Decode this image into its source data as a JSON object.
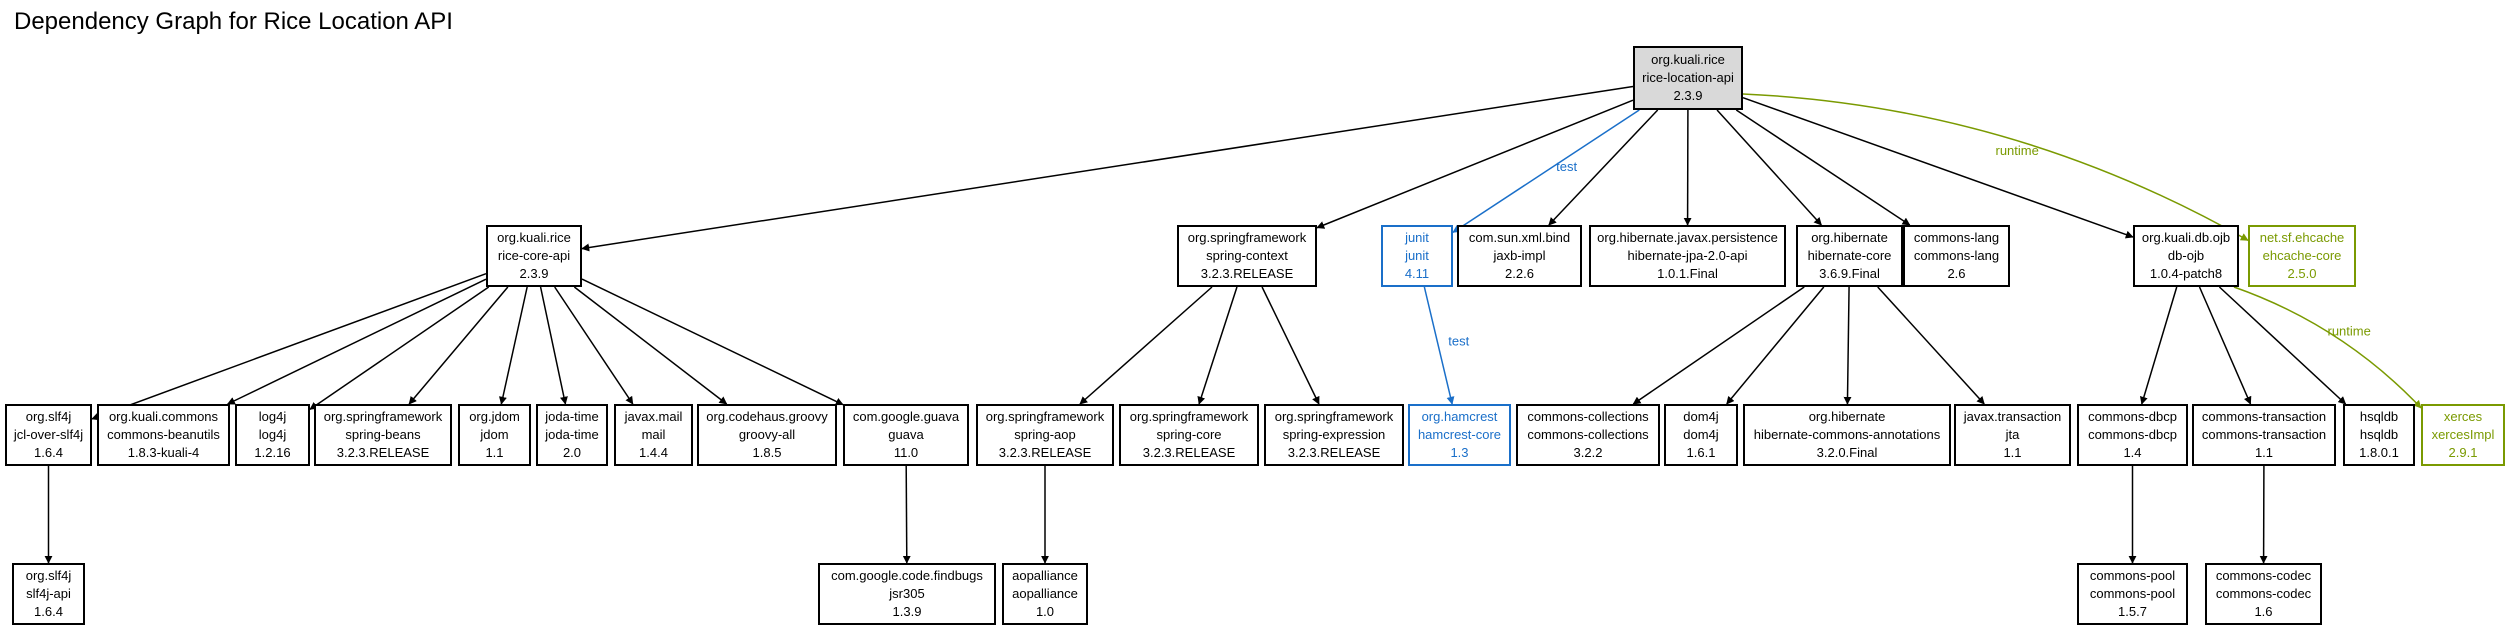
{
  "title": "Dependency Graph for Rice Location API",
  "colors": {
    "compile": "#000000",
    "test": "#1a6fc9",
    "runtime": "#7a9a01",
    "root_fill": "#d9d9d9"
  },
  "nodes": [
    {
      "id": "root",
      "group": "org.kuali.rice",
      "artifact": "rice-location-api",
      "version": "2.3.9",
      "scope": "root"
    },
    {
      "id": "rice-core-api",
      "group": "org.kuali.rice",
      "artifact": "rice-core-api",
      "version": "2.3.9",
      "scope": "compile"
    },
    {
      "id": "spring-context",
      "group": "org.springframework",
      "artifact": "spring-context",
      "version": "3.2.3.RELEASE",
      "scope": "compile"
    },
    {
      "id": "junit",
      "group": "junit",
      "artifact": "junit",
      "version": "4.11",
      "scope": "test"
    },
    {
      "id": "jaxb-impl",
      "group": "com.sun.xml.bind",
      "artifact": "jaxb-impl",
      "version": "2.2.6",
      "scope": "compile"
    },
    {
      "id": "hibernate-jpa",
      "group": "org.hibernate.javax.persistence",
      "artifact": "hibernate-jpa-2.0-api",
      "version": "1.0.1.Final",
      "scope": "compile"
    },
    {
      "id": "hibernate-core",
      "group": "org.hibernate",
      "artifact": "hibernate-core",
      "version": "3.6.9.Final",
      "scope": "compile"
    },
    {
      "id": "commons-lang",
      "group": "commons-lang",
      "artifact": "commons-lang",
      "version": "2.6",
      "scope": "compile"
    },
    {
      "id": "db-ojb",
      "group": "org.kuali.db.ojb",
      "artifact": "db-ojb",
      "version": "1.0.4-patch8",
      "scope": "compile"
    },
    {
      "id": "ehcache",
      "group": "net.sf.ehcache",
      "artifact": "ehcache-core",
      "version": "2.5.0",
      "scope": "runtime"
    },
    {
      "id": "jcl-over-slf4j",
      "group": "org.slf4j",
      "artifact": "jcl-over-slf4j",
      "version": "1.6.4",
      "scope": "compile"
    },
    {
      "id": "commons-beanutils",
      "group": "org.kuali.commons",
      "artifact": "commons-beanutils",
      "version": "1.8.3-kuali-4",
      "scope": "compile"
    },
    {
      "id": "log4j",
      "group": "log4j",
      "artifact": "log4j",
      "version": "1.2.16",
      "scope": "compile"
    },
    {
      "id": "spring-beans",
      "group": "org.springframework",
      "artifact": "spring-beans",
      "version": "3.2.3.RELEASE",
      "scope": "compile"
    },
    {
      "id": "jdom",
      "group": "org.jdom",
      "artifact": "jdom",
      "version": "1.1",
      "scope": "compile"
    },
    {
      "id": "joda-time",
      "group": "joda-time",
      "artifact": "joda-time",
      "version": "2.0",
      "scope": "compile"
    },
    {
      "id": "mail",
      "group": "javax.mail",
      "artifact": "mail",
      "version": "1.4.4",
      "scope": "compile"
    },
    {
      "id": "groovy-all",
      "group": "org.codehaus.groovy",
      "artifact": "groovy-all",
      "version": "1.8.5",
      "scope": "compile"
    },
    {
      "id": "guava",
      "group": "com.google.guava",
      "artifact": "guava",
      "version": "11.0",
      "scope": "compile"
    },
    {
      "id": "spring-aop",
      "group": "org.springframework",
      "artifact": "spring-aop",
      "version": "3.2.3.RELEASE",
      "scope": "compile"
    },
    {
      "id": "spring-core",
      "group": "org.springframework",
      "artifact": "spring-core",
      "version": "3.2.3.RELEASE",
      "scope": "compile"
    },
    {
      "id": "spring-expression",
      "group": "org.springframework",
      "artifact": "spring-expression",
      "version": "3.2.3.RELEASE",
      "scope": "compile"
    },
    {
      "id": "hamcrest",
      "group": "org.hamcrest",
      "artifact": "hamcrest-core",
      "version": "1.3",
      "scope": "test"
    },
    {
      "id": "commons-collections",
      "group": "commons-collections",
      "artifact": "commons-collections",
      "version": "3.2.2",
      "scope": "compile"
    },
    {
      "id": "dom4j",
      "group": "dom4j",
      "artifact": "dom4j",
      "version": "1.6.1",
      "scope": "compile"
    },
    {
      "id": "hibernate-annotations",
      "group": "org.hibernate",
      "artifact": "hibernate-commons-annotations",
      "version": "3.2.0.Final",
      "scope": "compile"
    },
    {
      "id": "jta",
      "group": "javax.transaction",
      "artifact": "jta",
      "version": "1.1",
      "scope": "compile"
    },
    {
      "id": "commons-dbcp",
      "group": "commons-dbcp",
      "artifact": "commons-dbcp",
      "version": "1.4",
      "scope": "compile"
    },
    {
      "id": "commons-transaction",
      "group": "commons-transaction",
      "artifact": "commons-transaction",
      "version": "1.1",
      "scope": "compile"
    },
    {
      "id": "hsqldb",
      "group": "hsqldb",
      "artifact": "hsqldb",
      "version": "1.8.0.1",
      "scope": "compile"
    },
    {
      "id": "xerces",
      "group": "xerces",
      "artifact": "xercesImpl",
      "version": "2.9.1",
      "scope": "runtime"
    },
    {
      "id": "slf4j-api",
      "group": "org.slf4j",
      "artifact": "slf4j-api",
      "version": "1.6.4",
      "scope": "compile"
    },
    {
      "id": "jsr305",
      "group": "com.google.code.findbugs",
      "artifact": "jsr305",
      "version": "1.3.9",
      "scope": "compile"
    },
    {
      "id": "aopalliance",
      "group": "aopalliance",
      "artifact": "aopalliance",
      "version": "1.0",
      "scope": "compile"
    },
    {
      "id": "commons-pool",
      "group": "commons-pool",
      "artifact": "commons-pool",
      "version": "1.5.7",
      "scope": "compile"
    },
    {
      "id": "commons-codec",
      "group": "commons-codec",
      "artifact": "commons-codec",
      "version": "1.6",
      "scope": "compile"
    }
  ],
  "edges": [
    {
      "from": "root",
      "to": "rice-core-api",
      "scope": "compile",
      "label": ""
    },
    {
      "from": "root",
      "to": "spring-context",
      "scope": "compile",
      "label": ""
    },
    {
      "from": "root",
      "to": "junit",
      "scope": "test",
      "label": "test"
    },
    {
      "from": "root",
      "to": "jaxb-impl",
      "scope": "compile",
      "label": ""
    },
    {
      "from": "root",
      "to": "hibernate-jpa",
      "scope": "compile",
      "label": ""
    },
    {
      "from": "root",
      "to": "hibernate-core",
      "scope": "compile",
      "label": ""
    },
    {
      "from": "root",
      "to": "commons-lang",
      "scope": "compile",
      "label": ""
    },
    {
      "from": "root",
      "to": "db-ojb",
      "scope": "compile",
      "label": ""
    },
    {
      "from": "root",
      "to": "ehcache",
      "scope": "runtime",
      "label": "runtime"
    },
    {
      "from": "rice-core-api",
      "to": "jcl-over-slf4j",
      "scope": "compile",
      "label": ""
    },
    {
      "from": "rice-core-api",
      "to": "commons-beanutils",
      "scope": "compile",
      "label": ""
    },
    {
      "from": "rice-core-api",
      "to": "log4j",
      "scope": "compile",
      "label": ""
    },
    {
      "from": "rice-core-api",
      "to": "spring-beans",
      "scope": "compile",
      "label": ""
    },
    {
      "from": "rice-core-api",
      "to": "jdom",
      "scope": "compile",
      "label": ""
    },
    {
      "from": "rice-core-api",
      "to": "joda-time",
      "scope": "compile",
      "label": ""
    },
    {
      "from": "rice-core-api",
      "to": "mail",
      "scope": "compile",
      "label": ""
    },
    {
      "from": "rice-core-api",
      "to": "groovy-all",
      "scope": "compile",
      "label": ""
    },
    {
      "from": "rice-core-api",
      "to": "guava",
      "scope": "compile",
      "label": ""
    },
    {
      "from": "spring-context",
      "to": "spring-aop",
      "scope": "compile",
      "label": ""
    },
    {
      "from": "spring-context",
      "to": "spring-core",
      "scope": "compile",
      "label": ""
    },
    {
      "from": "spring-context",
      "to": "spring-expression",
      "scope": "compile",
      "label": ""
    },
    {
      "from": "junit",
      "to": "hamcrest",
      "scope": "test",
      "label": "test"
    },
    {
      "from": "hibernate-core",
      "to": "commons-collections",
      "scope": "compile",
      "label": ""
    },
    {
      "from": "hibernate-core",
      "to": "dom4j",
      "scope": "compile",
      "label": ""
    },
    {
      "from": "hibernate-core",
      "to": "hibernate-annotations",
      "scope": "compile",
      "label": ""
    },
    {
      "from": "hibernate-core",
      "to": "jta",
      "scope": "compile",
      "label": ""
    },
    {
      "from": "db-ojb",
      "to": "commons-dbcp",
      "scope": "compile",
      "label": ""
    },
    {
      "from": "db-ojb",
      "to": "commons-transaction",
      "scope": "compile",
      "label": ""
    },
    {
      "from": "db-ojb",
      "to": "hsqldb",
      "scope": "compile",
      "label": ""
    },
    {
      "from": "db-ojb",
      "to": "xerces",
      "scope": "runtime",
      "label": "runtime"
    },
    {
      "from": "jcl-over-slf4j",
      "to": "slf4j-api",
      "scope": "compile",
      "label": ""
    },
    {
      "from": "guava",
      "to": "jsr305",
      "scope": "compile",
      "label": ""
    },
    {
      "from": "spring-aop",
      "to": "aopalliance",
      "scope": "compile",
      "label": ""
    },
    {
      "from": "commons-dbcp",
      "to": "commons-pool",
      "scope": "compile",
      "label": ""
    },
    {
      "from": "commons-transaction",
      "to": "commons-codec",
      "scope": "compile",
      "label": ""
    }
  ]
}
